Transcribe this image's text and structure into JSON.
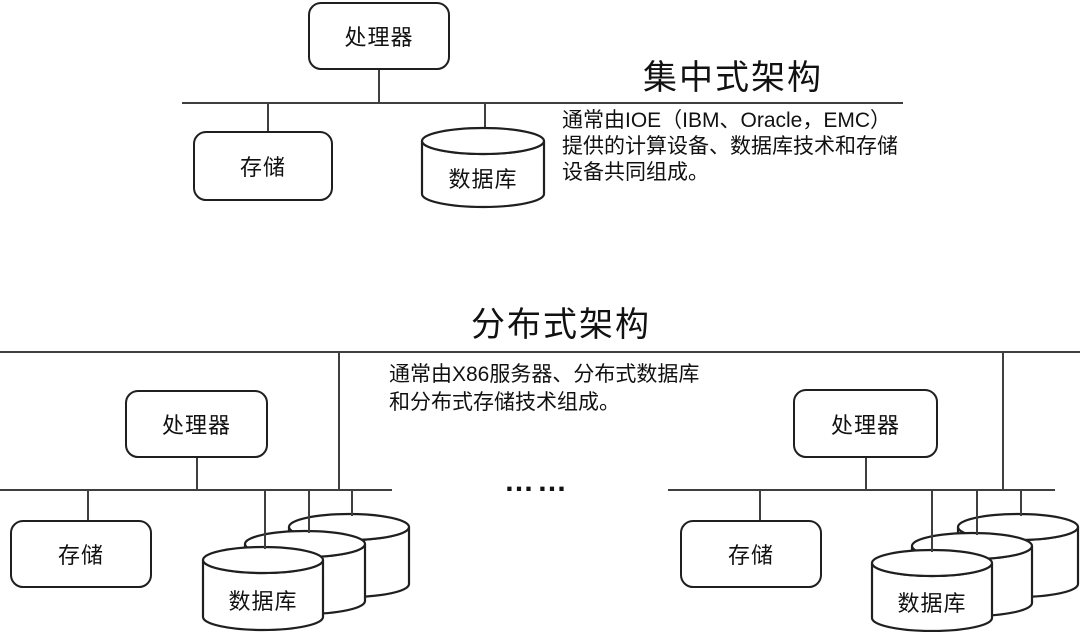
{
  "colors": {
    "background": "#ffffff",
    "line": "#3f3f3f",
    "shape": "#1f1f1f",
    "text": "#111111"
  },
  "centralized": {
    "title": "集中式架构",
    "description_lines": [
      "通常由IOE（IBM、Oracle，EMC）",
      "提供的计算设备、数据库技术和存储",
      "设备共同组成。"
    ],
    "processor_label": "处理器",
    "storage_label": "存储",
    "database_label": "数据库"
  },
  "distributed": {
    "title": "分布式架构",
    "description_lines": [
      "通常由X86服务器、分布式数据库",
      "和分布式存储技术组成。"
    ],
    "ellipsis": "……",
    "left_cluster": {
      "processor_label": "处理器",
      "storage_label": "存储",
      "database_label": "数据库"
    },
    "right_cluster": {
      "processor_label": "处理器",
      "storage_label": "存储",
      "database_label": "数据库"
    }
  }
}
